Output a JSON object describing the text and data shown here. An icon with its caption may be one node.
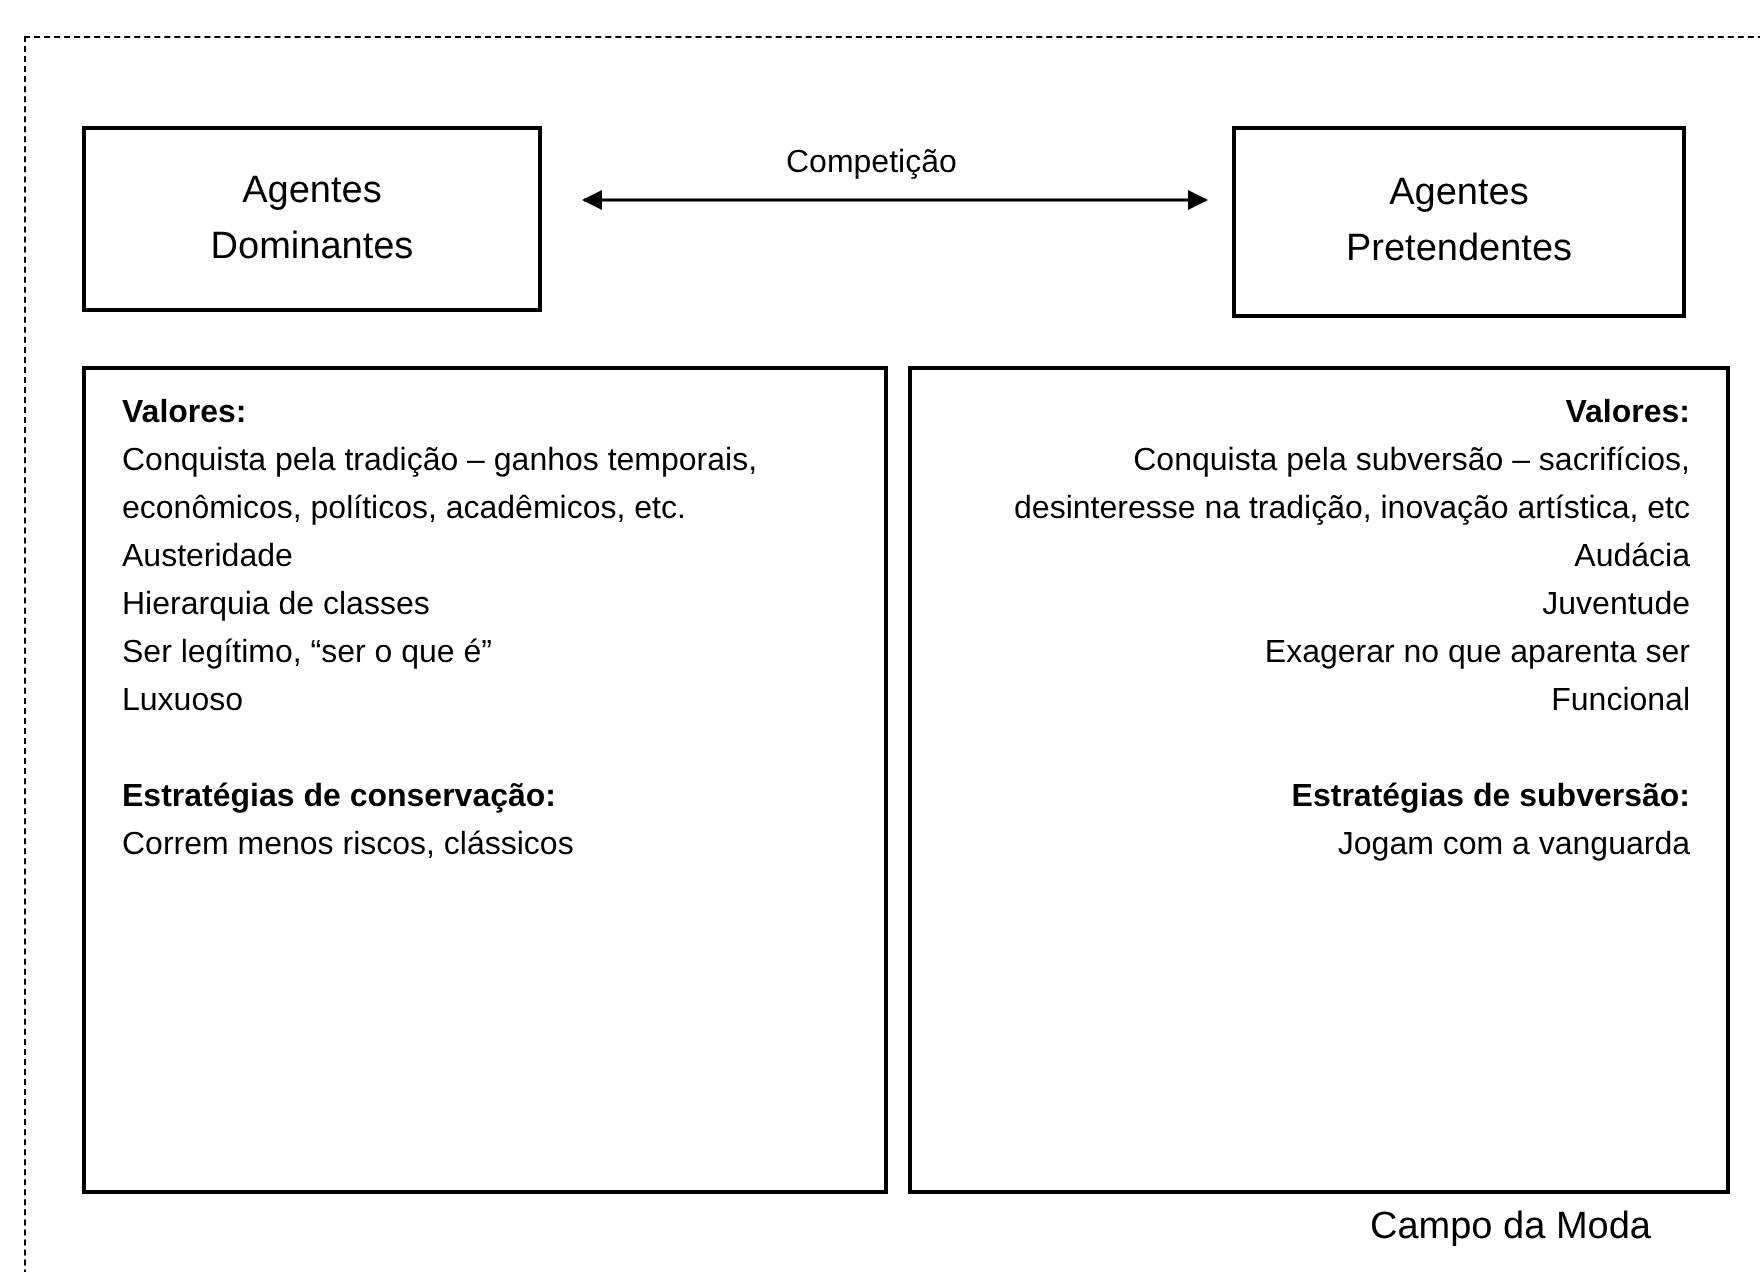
{
  "diagram": {
    "nodes": [
      {
        "text": [
          "Campo da Moda"
        ]
      },
      {
        "text": [
          "Agentes Dominantes"
        ],
        "in": 0
      },
      {
        "text": [
          "Agentes Pretendentes"
        ],
        "in": 0
      },
      {
        "text": [
          "Valores:",
          "Conquista pela tradição – ganhos temporais, econômicos, políticos, acadêmicos, etc.",
          "Austeridade",
          "Hierarquia de classes",
          "Ser legítimo, “ser o que é”",
          "Luxuoso",
          "Estratégias de conservação:",
          "Correm menos riscos, clássicos"
        ],
        "in": 0
      },
      {
        "text": [
          "Valores:",
          "Conquista pela subversão – sacrifícios, desinteresse na tradição, inovação artística, etc",
          "Audácia",
          "Juventude",
          "Exagerar no que aparenta ser",
          "Funcional",
          "Estratégias de subversão:",
          "Jogam com a vanguarda"
        ],
        "in": 0
      }
    ],
    "edges": [
      {
        "from": 1,
        "to": 2,
        "arrow": "both",
        "label": "Competição"
      }
    ]
  }
}
